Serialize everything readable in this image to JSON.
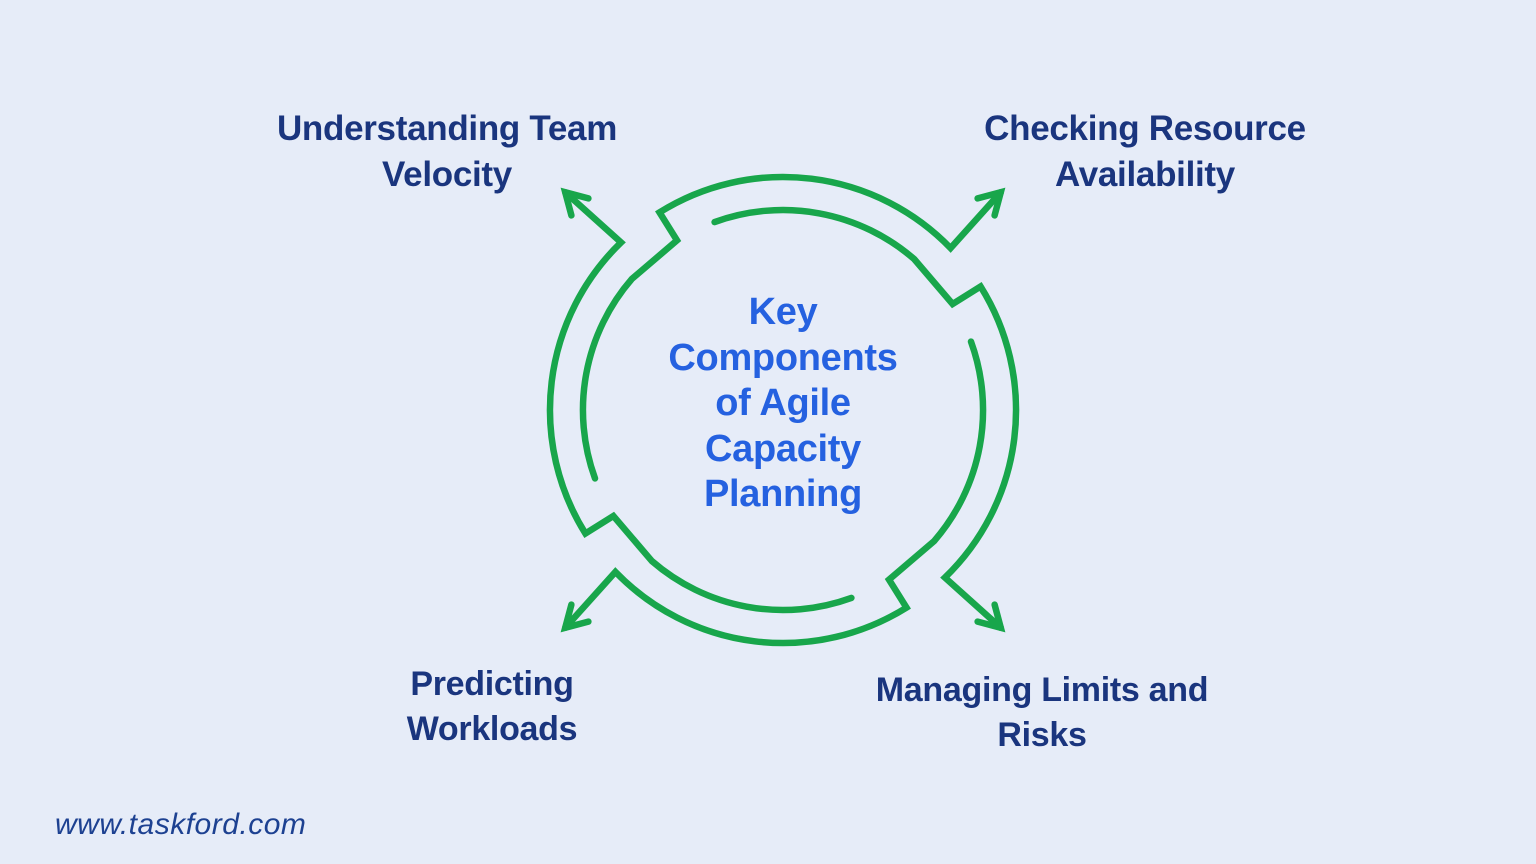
{
  "title": {
    "text": "Key Components of Agile Capacity Planning"
  },
  "nodes": [
    {
      "position": "top-left",
      "label": "Understanding Team Velocity"
    },
    {
      "position": "top-right",
      "label": "Checking Resource Availability"
    },
    {
      "position": "bottom-left",
      "label": "Predicting Workloads"
    },
    {
      "position": "bottom-right",
      "label": "Managing Limits and Risks"
    }
  ],
  "footer": {
    "website": "www.taskford.com"
  },
  "colors": {
    "background": "#e6ecf8",
    "green": "#18a64b",
    "navy": "#1a357e",
    "blue": "#2561e0",
    "footer-color": "#1d4191"
  }
}
